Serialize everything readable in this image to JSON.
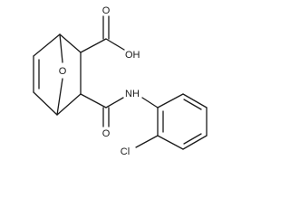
{
  "atom_labels": {
    "bridge_oxygen": "O",
    "acid_carbonyl_oxygen": "O",
    "acid_hydroxyl": "OH",
    "amide_carbonyl_oxygen": "O",
    "amide_nh": "NH",
    "chlorine": "Cl"
  }
}
